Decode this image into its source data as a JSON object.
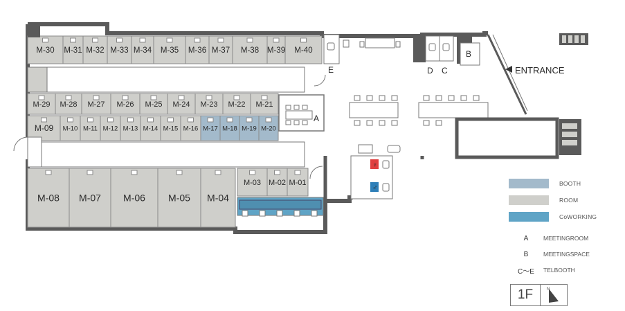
{
  "colors": {
    "booth": "#a3bacb",
    "room": "#cfcfcb",
    "coworking": "#5fa4c6",
    "wall": "#5a5a5a",
    "floor": "#ffffff"
  },
  "labels": {
    "entrance": "ENTRANCE",
    "meeting_room_letter": "A",
    "meeting_space_letter": "B",
    "telbooth_c": "C",
    "telbooth_d": "D",
    "telbooth_e": "E"
  },
  "rooms_top": [
    "M-30",
    "M-31",
    "M-32",
    "M-33",
    "M-34",
    "M-35",
    "M-36",
    "M-37",
    "M-38",
    "M-39",
    "M-40"
  ],
  "rooms_row2": [
    "M-29",
    "M-28",
    "M-27",
    "M-26",
    "M-25",
    "M-24",
    "M-23",
    "M-22",
    "M-21"
  ],
  "rooms_row3": [
    "M-09",
    "M-10",
    "M-11",
    "M-12",
    "M-13",
    "M-14",
    "M-15",
    "M-16",
    "M-17",
    "M-18",
    "M-19",
    "M-20"
  ],
  "rooms_bottom_large": [
    "M-08",
    "M-07",
    "M-06",
    "M-05",
    "M-04"
  ],
  "rooms_bottom_small": [
    "M-03",
    "M-02",
    "M-01"
  ],
  "legend": [
    {
      "label": "BOOTH"
    },
    {
      "label": "ROOM"
    },
    {
      "label": "CoWORKING"
    }
  ],
  "key": [
    {
      "letter": "A",
      "label": "MEETINGROOM"
    },
    {
      "letter": "B",
      "label": "MEETINGSPACE"
    },
    {
      "letter": "C～E",
      "label": "TELBOOTH"
    }
  ],
  "floor": "1F",
  "north_label": "N"
}
